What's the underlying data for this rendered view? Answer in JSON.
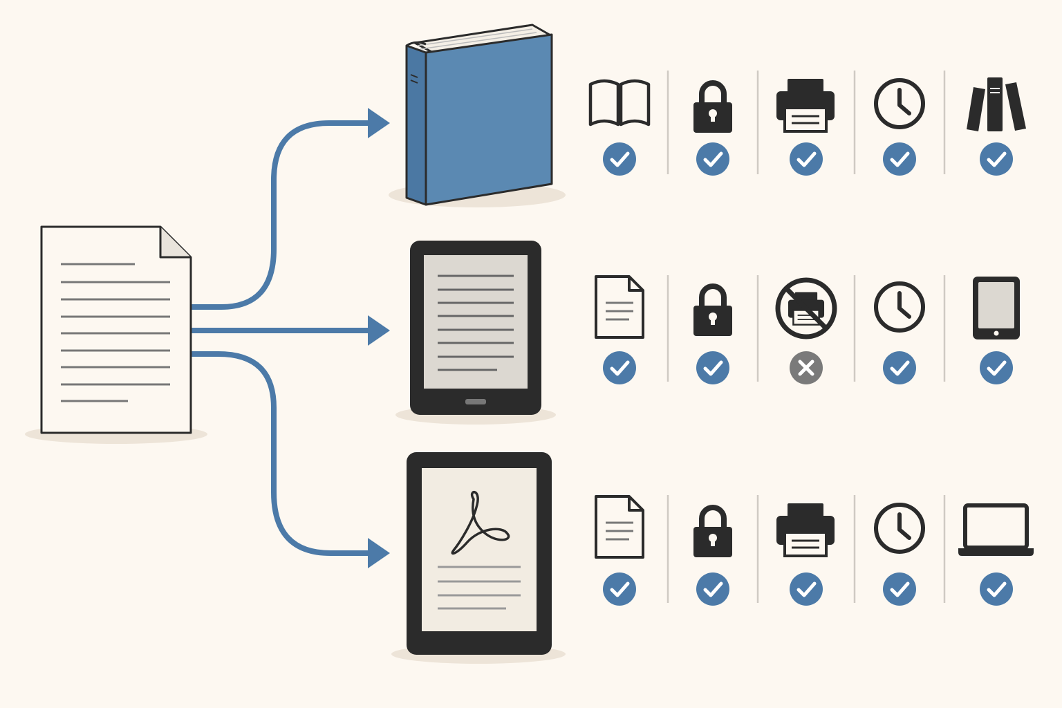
{
  "colors": {
    "background": "#fdf8f1",
    "accent_blue": "#4c7aa8",
    "book_blue": "#5b89b2",
    "ink": "#2b2b2b",
    "divider": "#cfcac3",
    "shadow": "#ede4d8",
    "status_no": "#7a7a7a"
  },
  "source": {
    "icon": "document-icon"
  },
  "formats": [
    {
      "id": "print-book",
      "icon": "hardcover-book-icon",
      "features": [
        {
          "icon": "open-book-icon",
          "supported": true
        },
        {
          "icon": "lock-icon",
          "supported": true
        },
        {
          "icon": "printer-icon",
          "supported": true
        },
        {
          "icon": "clock-icon",
          "supported": true
        },
        {
          "icon": "bookshelf-icon",
          "supported": true
        }
      ]
    },
    {
      "id": "ereader",
      "icon": "ereader-icon",
      "features": [
        {
          "icon": "document-icon",
          "supported": true
        },
        {
          "icon": "lock-icon",
          "supported": true
        },
        {
          "icon": "no-printing-icon",
          "supported": false
        },
        {
          "icon": "clock-icon",
          "supported": true
        },
        {
          "icon": "tablet-icon",
          "supported": true
        }
      ]
    },
    {
      "id": "pdf-reader",
      "icon": "pdf-tablet-icon",
      "features": [
        {
          "icon": "document-icon",
          "supported": true
        },
        {
          "icon": "lock-icon",
          "supported": true
        },
        {
          "icon": "printer-icon",
          "supported": true
        },
        {
          "icon": "clock-icon",
          "supported": true
        },
        {
          "icon": "laptop-icon",
          "supported": true
        }
      ]
    }
  ]
}
